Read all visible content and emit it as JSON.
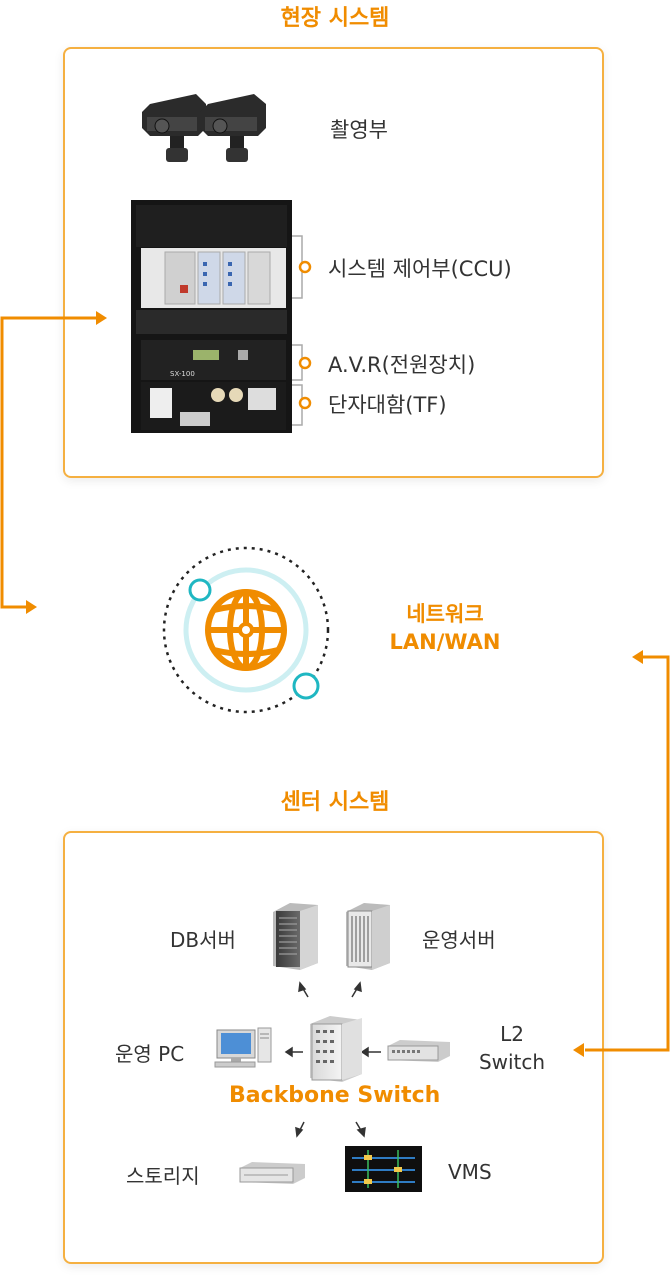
{
  "field_system": {
    "title": "현장 시스템",
    "camera_label": "촬영부",
    "ccu_label": "시스템 제어부(CCU)",
    "avr_label": "A.V.R(전원장치)",
    "tf_label": "단자대함(TF)",
    "rack_model": "SX-100"
  },
  "network": {
    "line1": "네트워크",
    "line2": "LAN/WAN",
    "icon": "globe-icon"
  },
  "center_system": {
    "title": "센터 시스템",
    "db_server": "DB서버",
    "ops_server": "운영서버",
    "ops_pc": "운영 PC",
    "l2_line1": "L2",
    "l2_line2": "Switch",
    "backbone": "Backbone Switch",
    "storage": "스토리지",
    "vms": "VMS"
  },
  "colors": {
    "accent": "#f08c00",
    "box_border": "#f5b041",
    "teal": "#1fb7c2"
  }
}
